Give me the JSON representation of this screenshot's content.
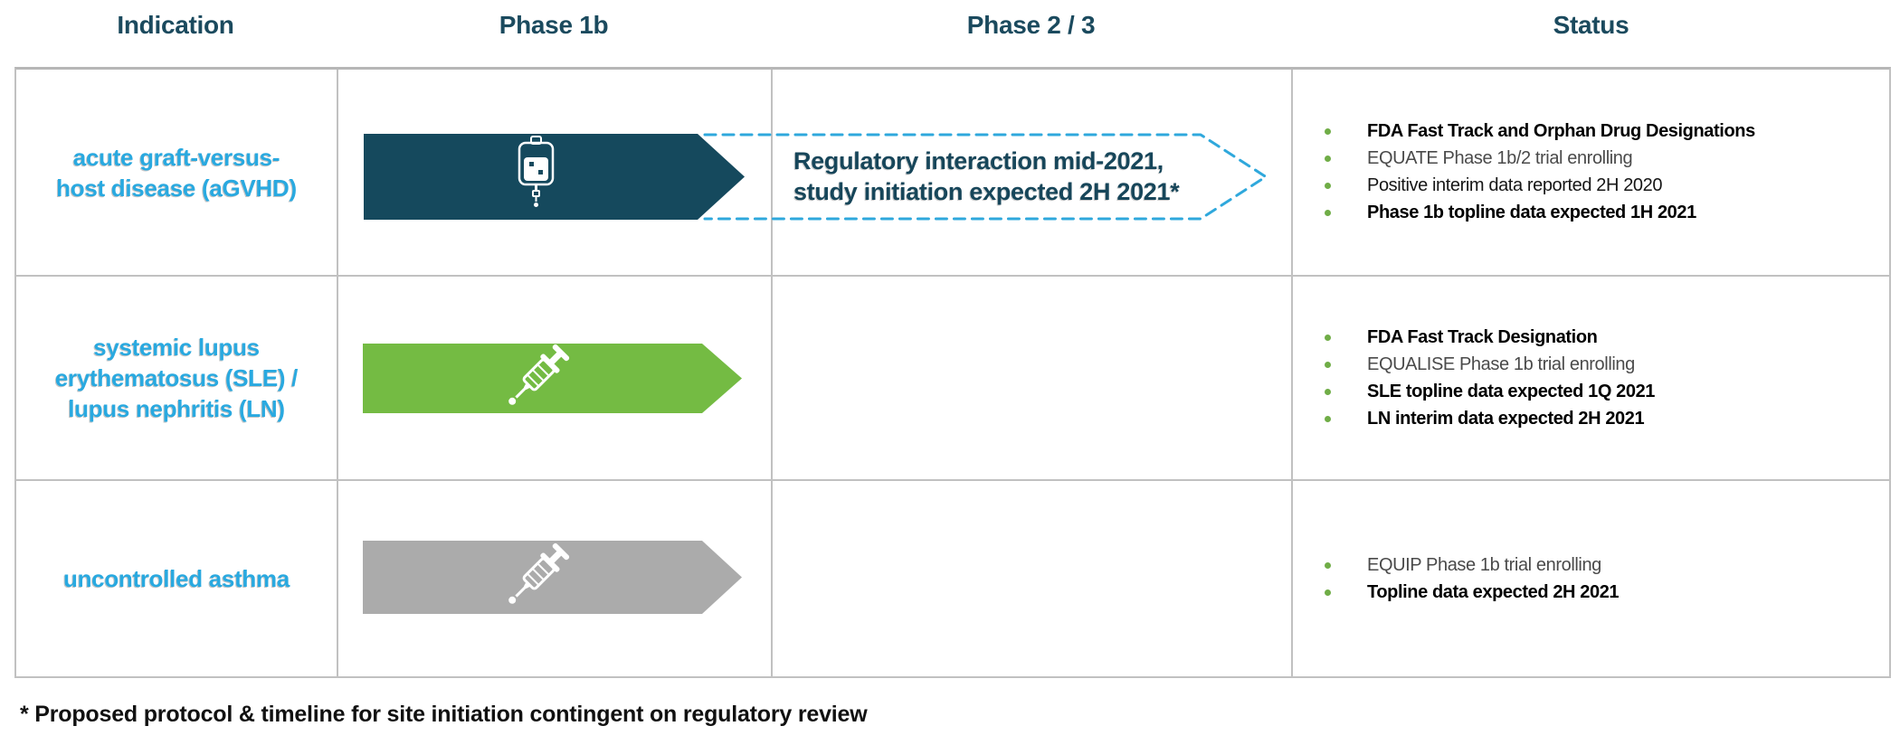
{
  "colors": {
    "header_text": "#1B4A5E",
    "indication_text": "#29A9E0",
    "arrow_dark_teal": "#15495D",
    "arrow_green": "#74BB43",
    "arrow_gray": "#ABABAB",
    "dashed_outline_blue": "#2FA8DC",
    "dashed_label_text": "#17465A",
    "bullet_green": "#70AD47",
    "grid_border": "#C1C1C1",
    "icon_white": "#FFFFFF"
  },
  "header": {
    "columns": [
      "Indication",
      "Phase 1b",
      "Phase 2 / 3",
      "Status"
    ]
  },
  "table": {
    "rows": [
      {
        "indication": "acute graft-versus-\nhost disease (aGVHD)",
        "phase1b_arrow_icon": "iv-bag-icon",
        "phase23_label": "Regulatory interaction mid-2021,\nstudy initiation expected 2H 2021*",
        "status": [
          {
            "text": "FDA Fast Track and Orphan Drug Designations",
            "emphasis": "bold"
          },
          {
            "text": "EQUATE Phase 1b/2 trial enrolling",
            "emphasis": "regular-gray"
          },
          {
            "text": "Positive interim data reported 2H 2020",
            "emphasis": "regular-dark"
          },
          {
            "text": "Phase 1b topline data expected 1H 2021",
            "emphasis": "bold"
          }
        ]
      },
      {
        "indication": "systemic lupus\nerythematosus (SLE) /\nlupus nephritis (LN)",
        "phase1b_arrow_icon": "syringe-icon",
        "phase23_label": "",
        "status": [
          {
            "text": "FDA Fast Track Designation",
            "emphasis": "bold"
          },
          {
            "text": "EQUALISE Phase 1b trial enrolling",
            "emphasis": "regular-gray"
          },
          {
            "text": "SLE topline data expected 1Q 2021",
            "emphasis": "bold"
          },
          {
            "text": "LN interim data expected 2H 2021",
            "emphasis": "bold"
          }
        ]
      },
      {
        "indication": "uncontrolled asthma",
        "phase1b_arrow_icon": "syringe-icon",
        "phase23_label": "",
        "status": [
          {
            "text": "EQUIP Phase 1b trial enrolling",
            "emphasis": "regular-gray"
          },
          {
            "text": "Topline data expected 2H 2021",
            "emphasis": "bold"
          }
        ]
      }
    ]
  },
  "footnote": "* Proposed protocol & timeline for site initiation contingent on regulatory review"
}
